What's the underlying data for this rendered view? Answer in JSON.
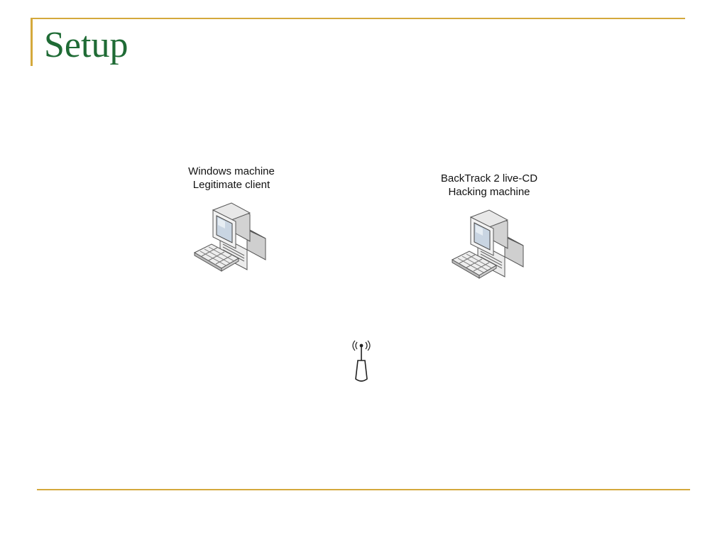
{
  "slide": {
    "title": "Setup"
  },
  "diagram": {
    "nodes": [
      {
        "id": "windows",
        "label_line1": "Windows machine",
        "label_line2": "Legitimate client",
        "icon": "desktop-computer-icon"
      },
      {
        "id": "backtrack",
        "label_line1": "BackTrack 2 live-CD",
        "label_line2": "Hacking machine",
        "icon": "desktop-computer-icon"
      },
      {
        "id": "access-point",
        "icon": "wireless-access-point-icon"
      }
    ]
  },
  "colors": {
    "title": "#1f6b35",
    "rule": "#d4a93c"
  }
}
